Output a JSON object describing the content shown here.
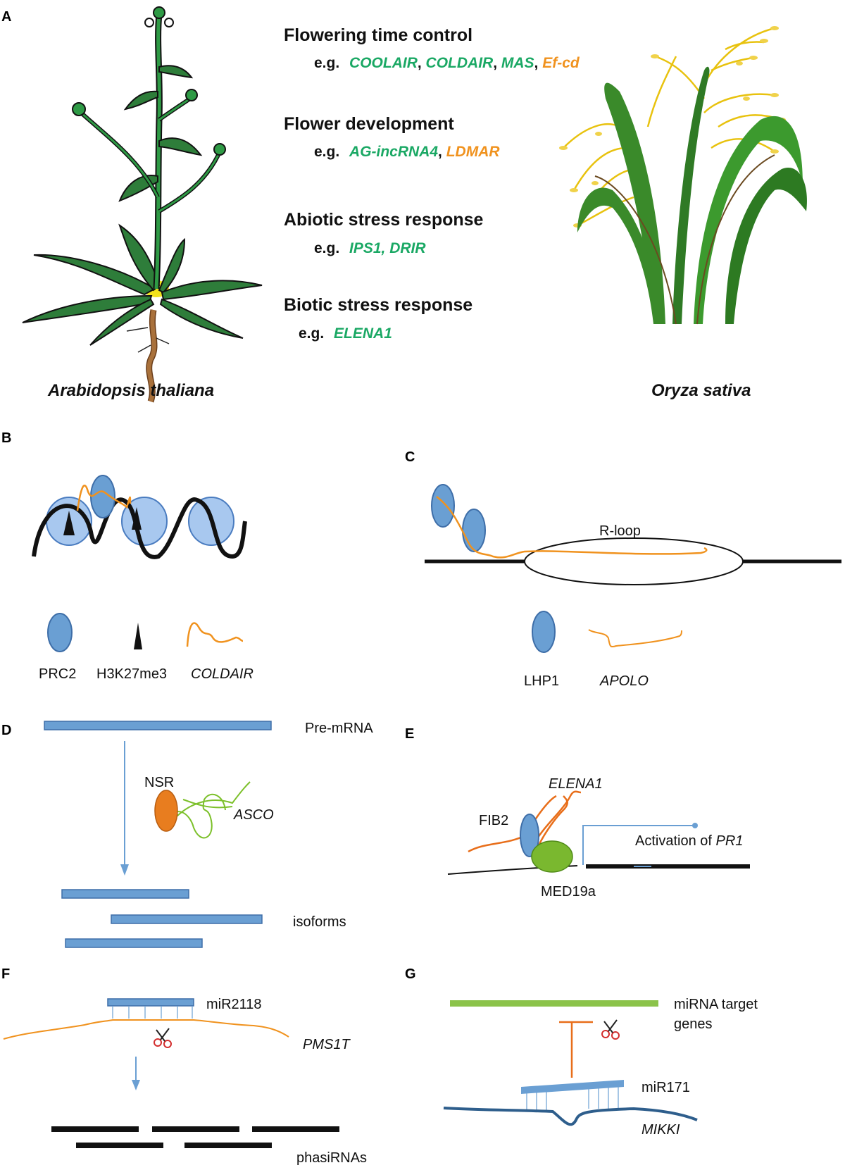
{
  "colors": {
    "green": "#1aa864",
    "orange": "#f0921e",
    "blue": "#6a9fd3",
    "lightblue": "#a8c8ef",
    "lime": "#8bc34a"
  },
  "panelA": {
    "label": "A",
    "species_left": "Arabidopsis thaliana",
    "species_right": "Oryza sativa",
    "sections": [
      {
        "title": "Flowering time control",
        "eg": "e.g.",
        "items": [
          "COOLAIR",
          ", ",
          "COLDAIR",
          ", ",
          "MAS",
          ", ",
          "Ef-cd"
        ]
      },
      {
        "title": "Flower development",
        "eg": "e.g.",
        "items": [
          "AG-incRNA4",
          ", ",
          "LDMAR"
        ]
      },
      {
        "title": "Abiotic stress response",
        "eg": "e.g.",
        "items": [
          "IPS1, DRIR"
        ]
      },
      {
        "title": "Biotic stress response",
        "eg": "e.g.",
        "items": [
          "ELENA1"
        ]
      }
    ]
  },
  "panelB": {
    "label": "B",
    "legend": [
      "PRC2",
      "H3K27me3",
      "COLDAIR"
    ]
  },
  "panelC": {
    "label": "C",
    "rloop": "R-loop",
    "legend": [
      "LHP1",
      "APOLO"
    ]
  },
  "panelD": {
    "label": "D",
    "premrna": "Pre-mRNA",
    "nsr": "NSR",
    "asco": "ASCO",
    "isoforms": "isoforms"
  },
  "panelE": {
    "label": "E",
    "elena1": "ELENA1",
    "fib2": "FIB2",
    "activation": "Activation of ",
    "pr1": "PR1",
    "med19a": "MED19a"
  },
  "panelF": {
    "label": "F",
    "mir": "miR2118",
    "pms1t": "PMS1T",
    "phasi": "phasiRNAs"
  },
  "panelG": {
    "label": "G",
    "target1": "miRNA target",
    "target2": "genes",
    "mir": "miR171",
    "mikki": "MIKKI"
  }
}
